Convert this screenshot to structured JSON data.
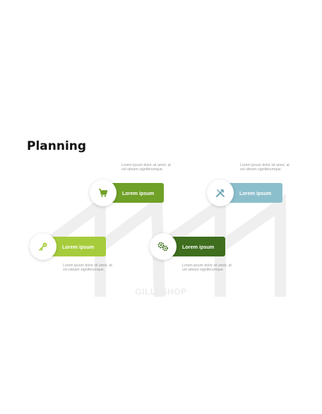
{
  "title": "Planning",
  "watermark": "GILLLSHOP",
  "steps": [
    {
      "label": "Lorem ipsum",
      "description": "Lorem ipsum dolor sit amet, at vel utinam signiferumque.",
      "icon": "key-icon",
      "color": "#a6cc3c"
    },
    {
      "label": "Lorem ipsum",
      "description": "Lorem ipsum dolor sit amet, at vel utinam signiferumque.",
      "icon": "cart-icon",
      "color": "#6fa027"
    },
    {
      "label": "Lorem ipsum",
      "description": "Lorem ipsum dolor sit amet, at vel utinam signiferumque.",
      "icon": "gears-icon",
      "color": "#3e6e1e"
    },
    {
      "label": "Lorem ipsum",
      "description": "Lorem ipsum dolor sit amet, at vel utinam signiferumque.",
      "icon": "tools-icon",
      "color": "#8cbfcc"
    }
  ]
}
